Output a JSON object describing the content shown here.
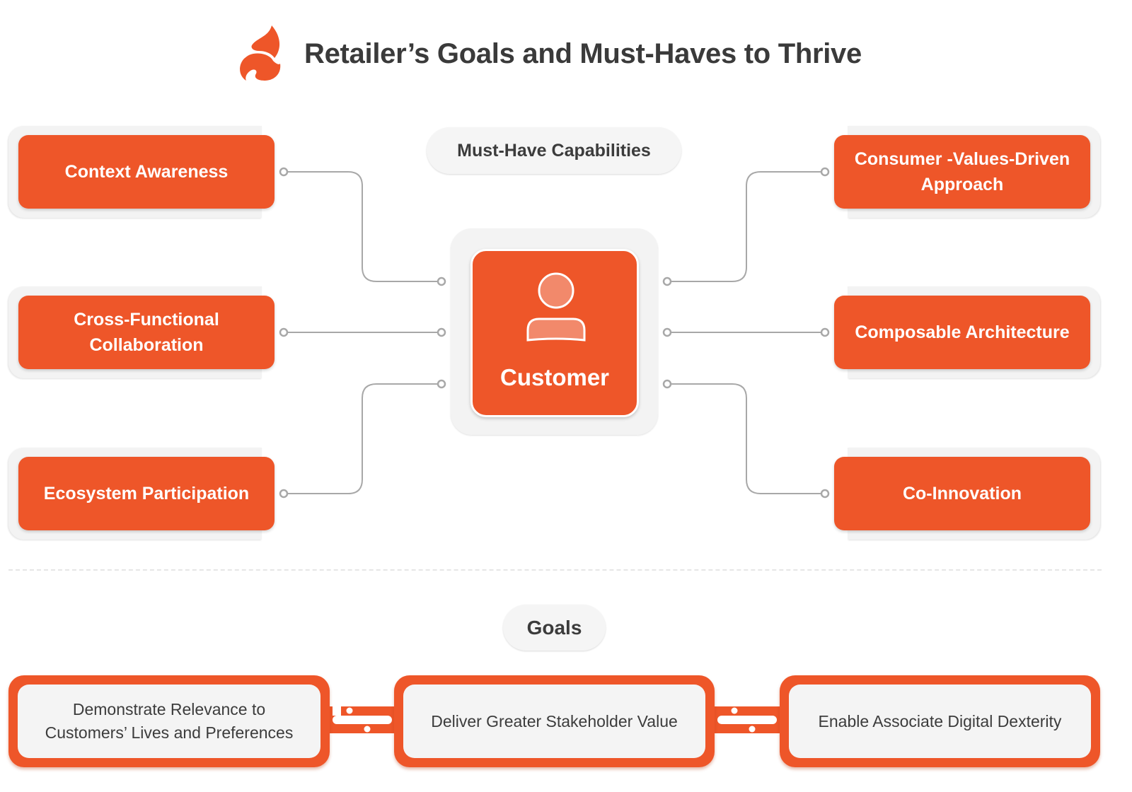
{
  "header": {
    "title": "Retailer’s Goals and Must-Haves to Thrive",
    "logo_icon": "flame-icon",
    "brand_color": "#EE5629"
  },
  "capabilities": {
    "heading": "Must-Have Capabilities",
    "left": [
      {
        "label": "Context Awareness"
      },
      {
        "label": "Cross-Functional Collaboration"
      },
      {
        "label": "Ecosystem Participation"
      }
    ],
    "right": [
      {
        "label": "Consumer -Values-Driven Approach"
      },
      {
        "label": "Composable Architecture"
      },
      {
        "label": "Co-Innovation"
      }
    ]
  },
  "center": {
    "label": "Customer",
    "icon": "user-icon"
  },
  "goals": {
    "heading": "Goals",
    "items": [
      {
        "label": "Demonstrate Relevance to Customers’ Lives and Preferences"
      },
      {
        "label": "Deliver Greater Stakeholder Value"
      },
      {
        "label": "Enable Associate Digital Dexterity"
      }
    ]
  },
  "colors": {
    "accent": "#EE5629",
    "accent_light": "#F2896B",
    "text_dark": "#3C3C3C",
    "panel_bg": "#F3F3F3",
    "connector": "#A8A8A8"
  }
}
